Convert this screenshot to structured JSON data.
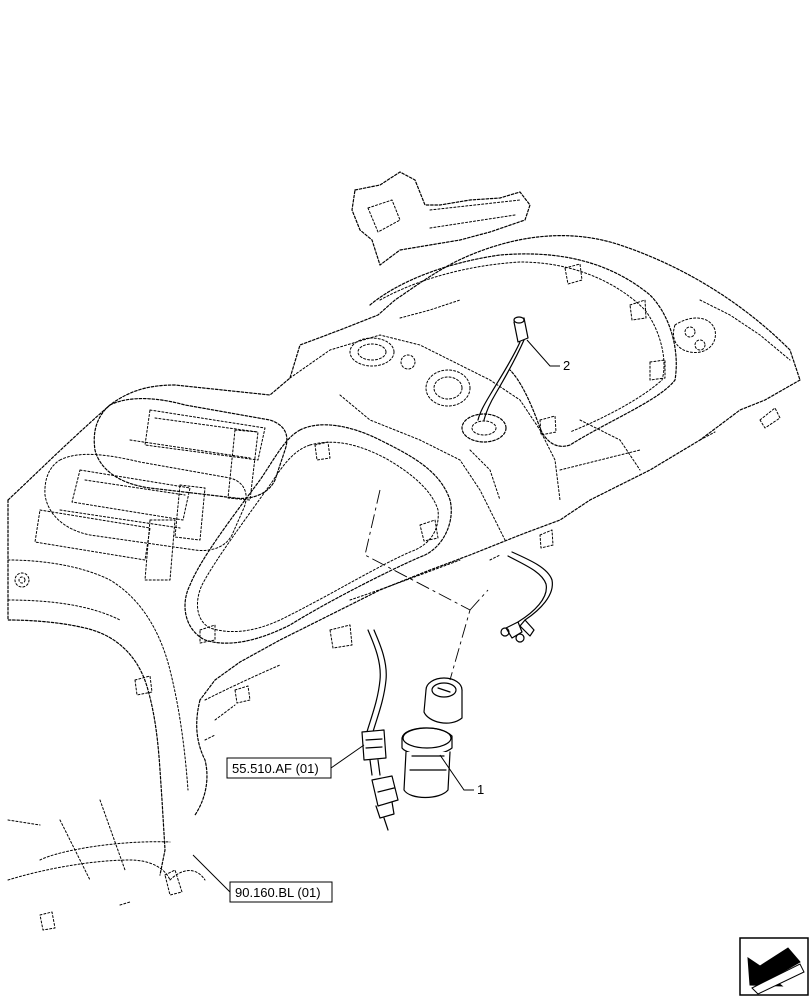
{
  "callouts": [
    {
      "id": "1",
      "label": "1"
    },
    {
      "id": "2",
      "label": "2"
    }
  ],
  "references": [
    {
      "id": "ref-55",
      "label": "55.510.AF (01)"
    },
    {
      "id": "ref-90",
      "label": "90.160.BL (01)"
    }
  ],
  "nav_icon": {
    "name": "arrow-nav-icon"
  }
}
